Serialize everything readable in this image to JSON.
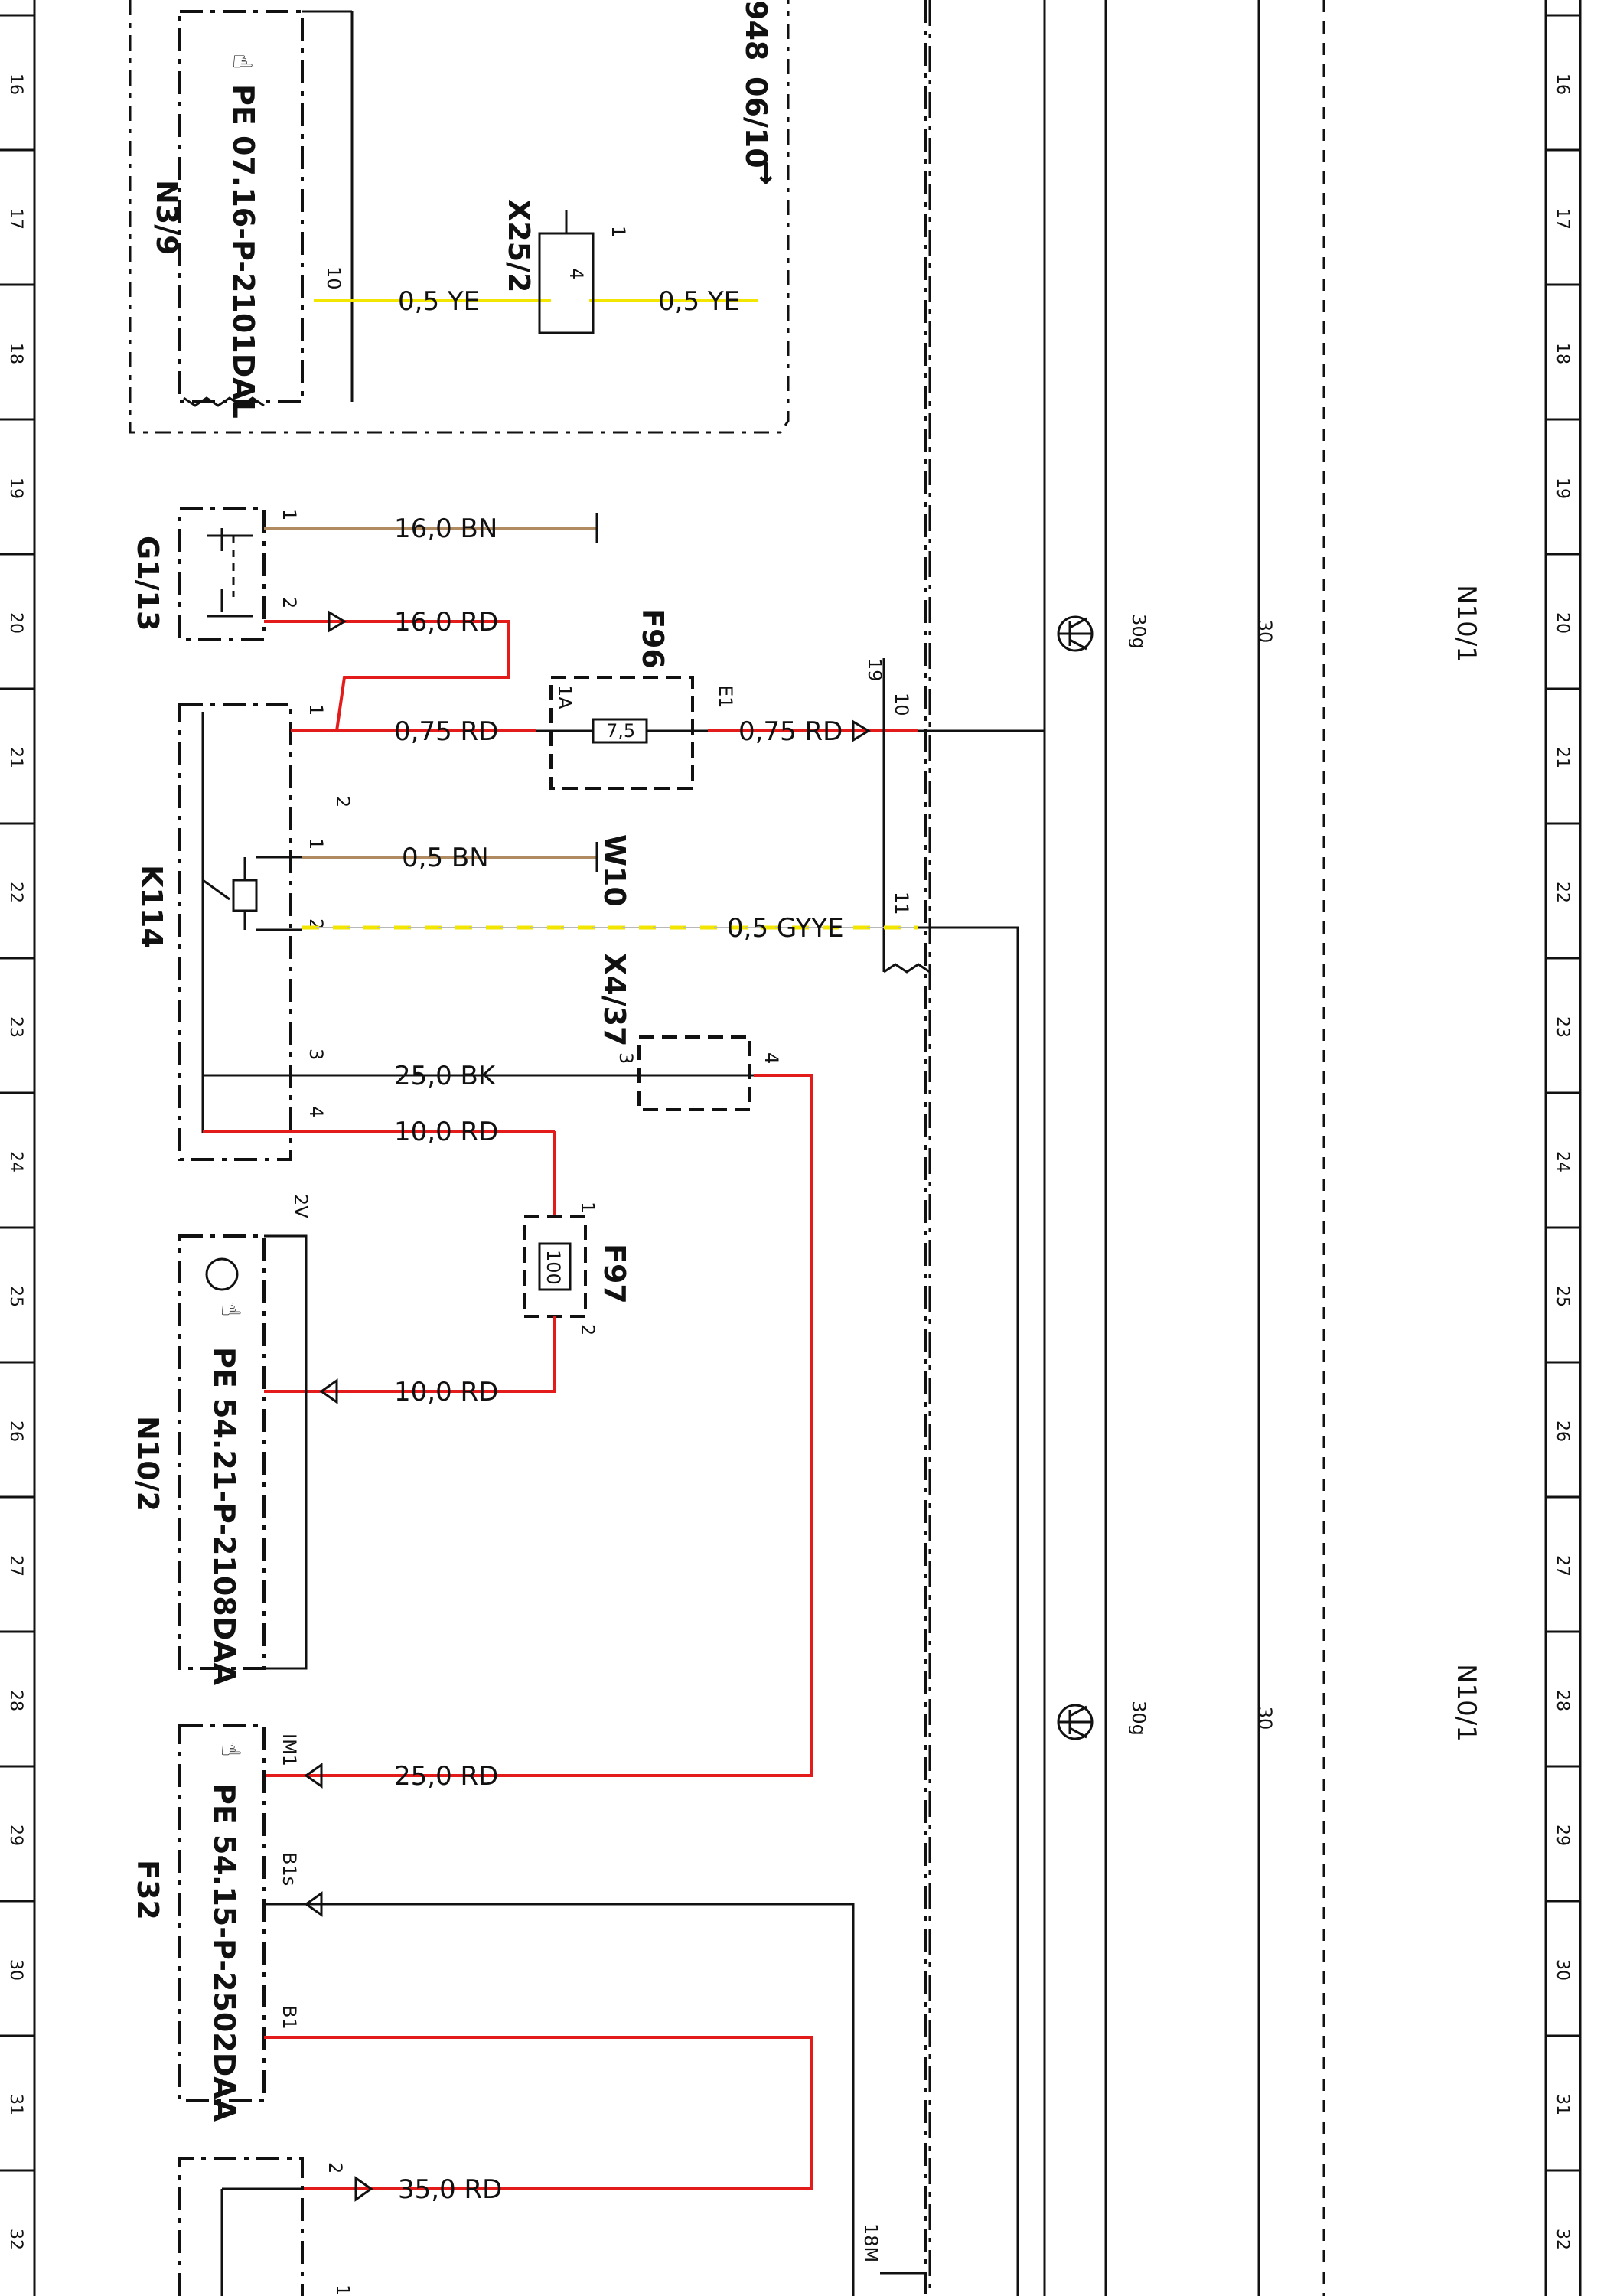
{
  "title": "",
  "frame": {
    "row_numbers": [
      "16",
      "17",
      "18",
      "19",
      "20",
      "21",
      "22",
      "23",
      "24",
      "25",
      "26",
      "27",
      "28",
      "29",
      "30",
      "31",
      "32"
    ]
  },
  "components": {
    "n3_9": {
      "name": "N3/9",
      "pe": "PE 07.16-P-2101DAL",
      "pin": "10"
    },
    "x25_2": {
      "name": "X25/2",
      "pin_top": "1",
      "pin_in": "4"
    },
    "g1_13": {
      "name": "G1/13",
      "pin1": "1",
      "pin2": "2"
    },
    "f96": {
      "name": "F96",
      "rating": "7,5",
      "pin_left": "1A",
      "pin_right": "E1"
    },
    "k114": {
      "name": "K114",
      "pins": [
        "1",
        "1",
        "2",
        "2",
        "3",
        "4"
      ]
    },
    "w10": {
      "name": "W10"
    },
    "x4_37": {
      "name": "X4/37",
      "pin_left": "3",
      "pin_right": "4"
    },
    "f97": {
      "name": "F97",
      "rating": "100",
      "pin_top": "1",
      "pin_bottom": "2"
    },
    "n10_2": {
      "name": "N10/2",
      "pe": "PE 54.21-P-2108DAA",
      "tag": "2V"
    },
    "f32": {
      "name": "F32",
      "pe": "PE 54.15-P-2502DAA",
      "pins": [
        "IM1",
        "B1s",
        "B1"
      ]
    },
    "n10_1": {
      "name": "N10/1",
      "pins": [
        "19",
        "10",
        "11",
        "18M"
      ],
      "bus": [
        "30g",
        "30"
      ]
    },
    "bottom": {
      "pin": "2",
      "pin_cut": "1"
    },
    "top_cut": {
      "text1": "948",
      "text2": "06/10",
      "arrow": "↓"
    }
  },
  "wires": [
    {
      "id": "w-ye-a",
      "label": "0,5 YE",
      "color": "#f2e600"
    },
    {
      "id": "w-ye-b",
      "label": "0,5 YE",
      "color": "#f2e600"
    },
    {
      "id": "w-bn-16",
      "label": "16,0 BN",
      "color": "#b08a60"
    },
    {
      "id": "w-rd-16",
      "label": "16,0 RD",
      "color": "#e31b1b"
    },
    {
      "id": "w-rd-075a",
      "label": "0,75 RD",
      "color": "#e31b1b"
    },
    {
      "id": "w-rd-075b",
      "label": "0,75 RD",
      "color": "#e31b1b"
    },
    {
      "id": "w-bn-05",
      "label": "0,5 BN",
      "color": "#b08a60"
    },
    {
      "id": "w-gyye",
      "label": "0,5 GYYE",
      "color": "#f2e600"
    },
    {
      "id": "w-bk-25",
      "label": "25,0 BK",
      "color": "#111111"
    },
    {
      "id": "w-rd-10a",
      "label": "10,0 RD",
      "color": "#e31b1b"
    },
    {
      "id": "w-rd-10b",
      "label": "10,0 RD",
      "color": "#e31b1b"
    },
    {
      "id": "w-rd-25",
      "label": "25,0 RD",
      "color": "#e31b1b"
    },
    {
      "id": "w-rd-35",
      "label": "35,0 RD",
      "color": "#e31b1b"
    }
  ]
}
